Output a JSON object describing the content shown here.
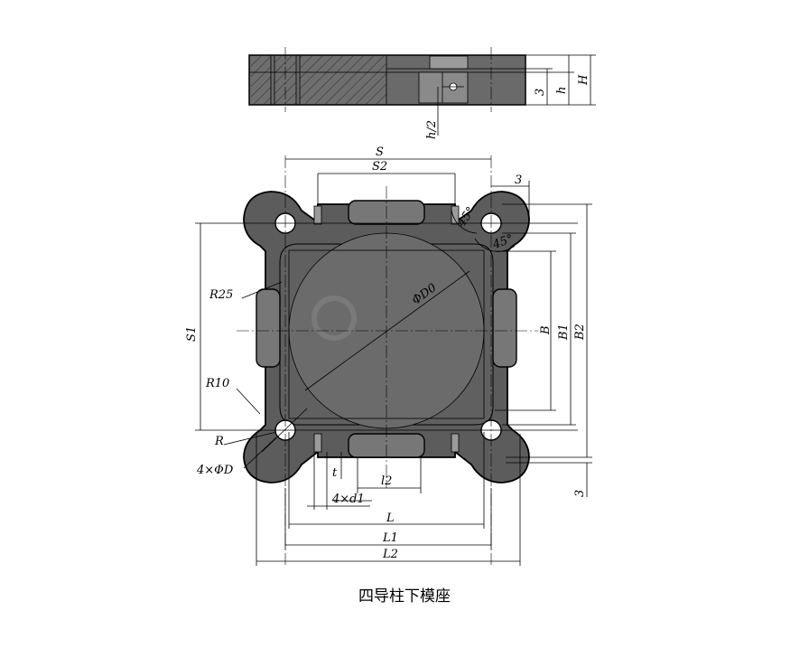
{
  "caption": "四导柱下模座",
  "labels": {
    "S": "S",
    "S2": "S2",
    "three_top": "3",
    "angle1": "45°",
    "angle2": "45°",
    "phiD0": "ΦD0",
    "R25": "R25",
    "R10": "R10",
    "R": "R",
    "S1": "S1",
    "fourD": "4×ΦD",
    "B": "B",
    "B1": "B1",
    "B2": "B2",
    "three_right": "3",
    "t": "t",
    "l2": "l2",
    "fourd1": "4×d1",
    "L": "L",
    "L1": "L1",
    "L2": "L2",
    "three_side": "3",
    "h_side": "h",
    "H_side": "H",
    "h_half": "h/2"
  },
  "colors": {
    "body": "#5a5a5a",
    "boss": "#7a7a7a",
    "hole": "#ffffff",
    "line": "#000000"
  }
}
